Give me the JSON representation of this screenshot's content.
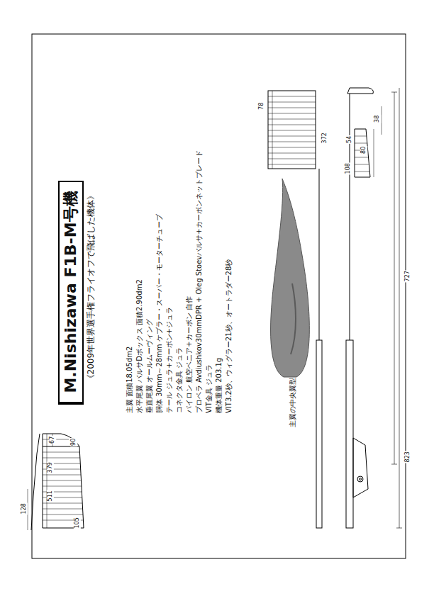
{
  "diagram": {
    "nodes": [
      {
        "text": [
          "M.Nishizawa F1B-M号機"
        ]
      }
    ],
    "labels": [
      "《2009年世界選手権フライオフで飛ばした機体》",
      "主翼 面積18.05dm2",
      "水平尾翼 バルサDボックス 面積2.90dm2",
      "垂直尾翼 オールムーヴィング",
      "胴体 30mm～28mm ケブラー・スーパー・モーターチューブ",
      "テール ジュラ+カーボン+ジュラ",
      "コネクタ金具 ジュラ",
      "パイロン 航空ベニア+カーボン 自作",
      "プロペラ Avdiushkov30mmDPR + Oleg Stoevバルサ+カーボンネットブレード",
      "VIT金具 ジュラ",
      "機体重量 203.1g",
      "VIT3.2秒、ウィグラー21秒、オートラダー28秒",
      "主翼の中央翼型",
      "128",
      "379",
      "67",
      "90",
      "511",
      "105",
      "78",
      "372",
      "54",
      "108",
      "80",
      "38",
      "727",
      "823"
    ]
  }
}
